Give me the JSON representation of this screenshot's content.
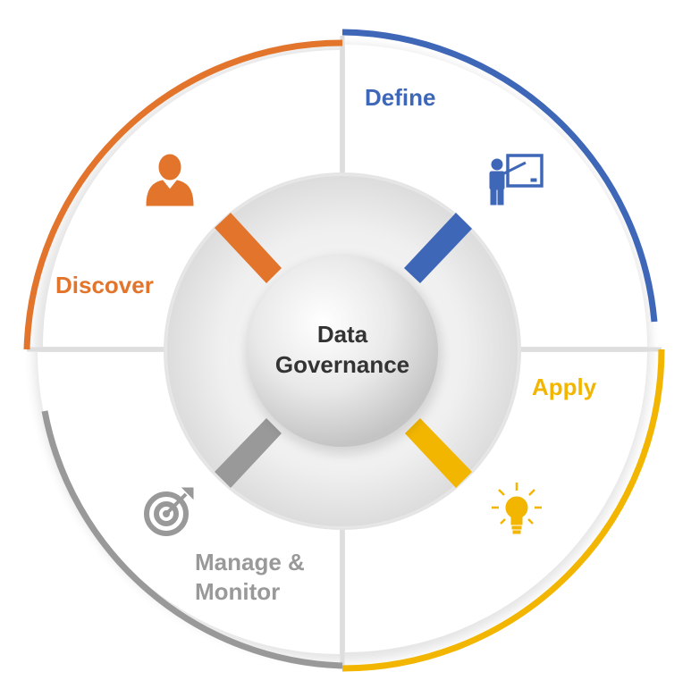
{
  "center": {
    "line1": "Data",
    "line2": "Governance"
  },
  "segments": {
    "define": {
      "label": "Define",
      "color": "#3f67b8",
      "icon": "presenter-board-icon"
    },
    "apply": {
      "label": "Apply",
      "color": "#f2b600",
      "icon": "lightbulb-icon"
    },
    "manage": {
      "label_line1": "Manage &",
      "label_line2": "Monitor",
      "color": "#999999",
      "icon": "target-icon"
    },
    "discover": {
      "label": "Discover",
      "color": "#e2742b",
      "icon": "person-icon"
    }
  }
}
